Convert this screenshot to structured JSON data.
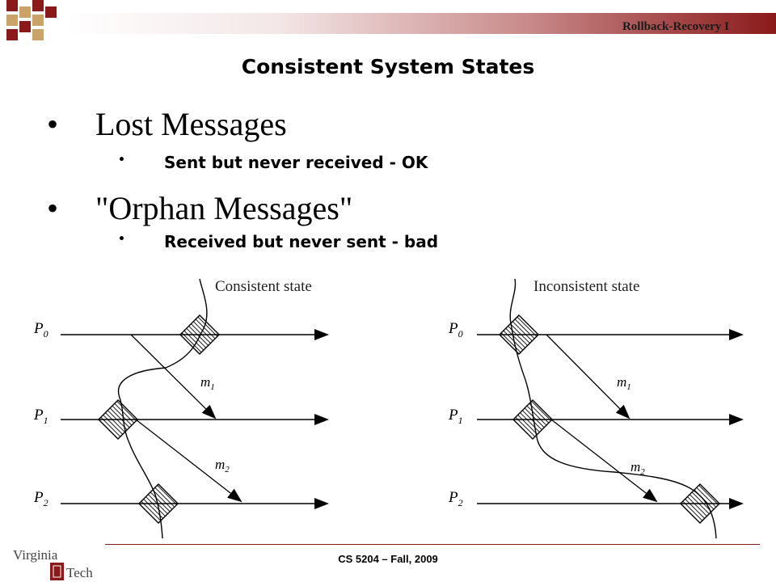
{
  "header": {
    "label": "Rollback-Recovery I"
  },
  "title": "Consistent System States",
  "bullets": [
    {
      "text": "Lost Messages",
      "sub": "Sent but never received - OK"
    },
    {
      "text": "\"Orphan Messages\"",
      "sub": "Received but never sent - bad"
    }
  ],
  "diagrams": [
    {
      "caption": "Consistent state",
      "processes": [
        "P0",
        "P1",
        "P2"
      ],
      "messages": [
        "m1",
        "m2"
      ]
    },
    {
      "caption": "Inconsistent state",
      "processes": [
        "P0",
        "P1",
        "P2"
      ],
      "messages": [
        "m1",
        "m2"
      ]
    }
  ],
  "footer": {
    "course": "CS 5204 – Fall, 2009",
    "logo_line1": "Virginia",
    "logo_line2": "Tech"
  },
  "colors": {
    "maroon": "#8a1a1a",
    "tan": "#c9a36a"
  }
}
